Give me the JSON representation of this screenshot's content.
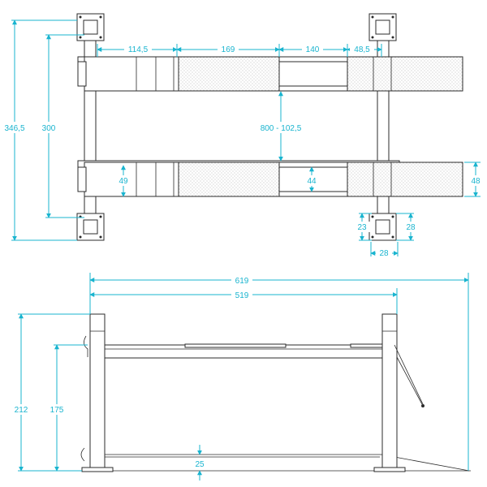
{
  "dimensions": {
    "top_view": {
      "overall_length": "346,5",
      "post_spacing": "300",
      "seg_1": "114,5",
      "seg_2": "169",
      "seg_3": "140",
      "seg_4": "48,5",
      "runway_gap": "800 - 102,5",
      "runway_width_left": "49",
      "runway_width_mid": "44",
      "runway_width_right": "48",
      "foot_height": "23",
      "foot_width_side": "28",
      "foot_width_bottom": "28"
    },
    "side_view": {
      "overall_width": "619",
      "inner_width": "519",
      "total_height": "212",
      "lift_height": "175",
      "min_height": "25"
    }
  },
  "colors": {
    "dimension": "#19b4cf",
    "outline": "#2b2b2b"
  }
}
